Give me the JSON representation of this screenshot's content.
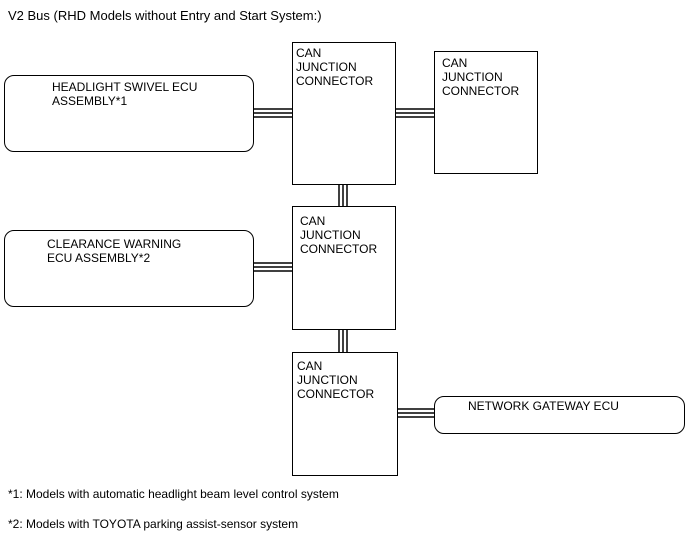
{
  "diagram": {
    "title": "V2 Bus (RHD Models without Entry and Start System:)",
    "ecus": [
      {
        "label": "HEADLIGHT SWIVEL ECU\nASSEMBLY*1"
      },
      {
        "label": "CLEARANCE WARNING\nECU ASSEMBLY*2"
      },
      {
        "label": "NETWORK GATEWAY ECU"
      }
    ],
    "connectors": [
      {
        "label": "CAN\nJUNCTION\nCONNECTOR"
      },
      {
        "label": "CAN\nJUNCTION\nCONNECTOR"
      },
      {
        "label": "CAN\nJUNCTION\nCONNECTOR"
      },
      {
        "label": "CAN\nJUNCTION\nCONNECTOR"
      }
    ],
    "notes": [
      "*1: Models with automatic headlight beam level control system",
      "*2: Models with TOYOTA parking assist-sensor system"
    ]
  }
}
